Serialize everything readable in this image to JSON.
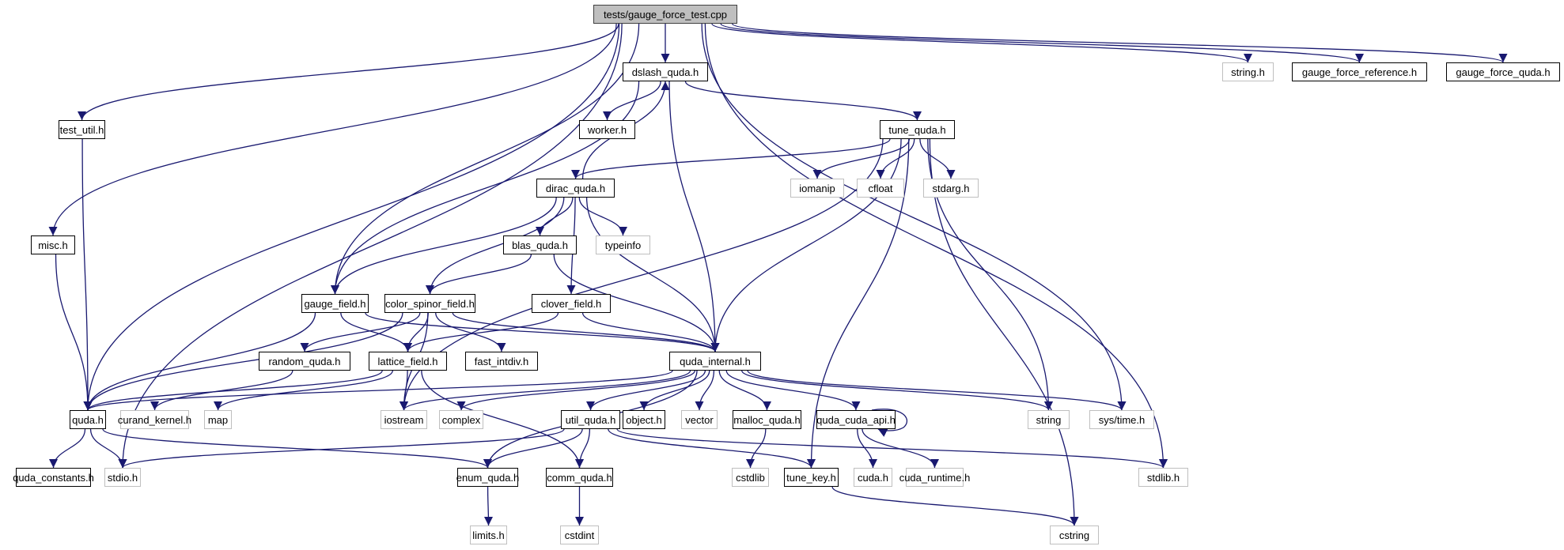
{
  "title": "tests/gauge_force_test.cpp include dependency graph",
  "colors": {
    "edge": "#191970",
    "root_fill": "#bfbfbf",
    "documented_border": "#000000",
    "external_border": "#bfbfbf"
  },
  "nodes": [
    {
      "id": "gauge_force_test",
      "label": "tests/gauge_force_test.cpp",
      "kind": "root"
    },
    {
      "id": "dslash_quda",
      "label": "dslash_quda.h",
      "kind": "doc"
    },
    {
      "id": "string_h",
      "label": "string.h",
      "kind": "sys"
    },
    {
      "id": "gauge_force_reference",
      "label": "gauge_force_reference.h",
      "kind": "doc"
    },
    {
      "id": "gauge_force_quda",
      "label": "gauge_force_quda.h",
      "kind": "doc"
    },
    {
      "id": "test_util",
      "label": "test_util.h",
      "kind": "doc"
    },
    {
      "id": "worker",
      "label": "worker.h",
      "kind": "doc"
    },
    {
      "id": "tune_quda",
      "label": "tune_quda.h",
      "kind": "doc"
    },
    {
      "id": "dirac_quda",
      "label": "dirac_quda.h",
      "kind": "doc"
    },
    {
      "id": "iomanip",
      "label": "iomanip",
      "kind": "sys"
    },
    {
      "id": "cfloat",
      "label": "cfloat",
      "kind": "sys"
    },
    {
      "id": "stdarg",
      "label": "stdarg.h",
      "kind": "sys"
    },
    {
      "id": "misc",
      "label": "misc.h",
      "kind": "doc"
    },
    {
      "id": "blas_quda",
      "label": "blas_quda.h",
      "kind": "doc"
    },
    {
      "id": "typeinfo",
      "label": "typeinfo",
      "kind": "sys"
    },
    {
      "id": "gauge_field",
      "label": "gauge_field.h",
      "kind": "doc"
    },
    {
      "id": "color_spinor_field",
      "label": "color_spinor_field.h",
      "kind": "doc"
    },
    {
      "id": "clover_field",
      "label": "clover_field.h",
      "kind": "doc"
    },
    {
      "id": "random_quda",
      "label": "random_quda.h",
      "kind": "doc"
    },
    {
      "id": "lattice_field",
      "label": "lattice_field.h",
      "kind": "doc"
    },
    {
      "id": "fast_intdiv",
      "label": "fast_intdiv.h",
      "kind": "doc"
    },
    {
      "id": "quda_internal",
      "label": "quda_internal.h",
      "kind": "doc"
    },
    {
      "id": "quda",
      "label": "quda.h",
      "kind": "doc"
    },
    {
      "id": "curand_kernel",
      "label": "curand_kernel.h",
      "kind": "sys"
    },
    {
      "id": "map",
      "label": "map",
      "kind": "sys"
    },
    {
      "id": "iostream",
      "label": "iostream",
      "kind": "sys"
    },
    {
      "id": "complex",
      "label": "complex",
      "kind": "sys"
    },
    {
      "id": "util_quda",
      "label": "util_quda.h",
      "kind": "doc"
    },
    {
      "id": "object",
      "label": "object.h",
      "kind": "doc"
    },
    {
      "id": "vector",
      "label": "vector",
      "kind": "sys"
    },
    {
      "id": "malloc_quda",
      "label": "malloc_quda.h",
      "kind": "doc"
    },
    {
      "id": "quda_cuda_api",
      "label": "quda_cuda_api.h",
      "kind": "doc"
    },
    {
      "id": "string",
      "label": "string",
      "kind": "sys"
    },
    {
      "id": "sys_time",
      "label": "sys/time.h",
      "kind": "sys"
    },
    {
      "id": "quda_constants",
      "label": "quda_constants.h",
      "kind": "doc"
    },
    {
      "id": "stdio",
      "label": "stdio.h",
      "kind": "sys"
    },
    {
      "id": "enum_quda",
      "label": "enum_quda.h",
      "kind": "doc"
    },
    {
      "id": "comm_quda",
      "label": "comm_quda.h",
      "kind": "doc"
    },
    {
      "id": "cstdlib",
      "label": "cstdlib",
      "kind": "sys"
    },
    {
      "id": "tune_key",
      "label": "tune_key.h",
      "kind": "doc"
    },
    {
      "id": "cuda",
      "label": "cuda.h",
      "kind": "sys"
    },
    {
      "id": "cuda_runtime",
      "label": "cuda_runtime.h",
      "kind": "sys"
    },
    {
      "id": "stdlib",
      "label": "stdlib.h",
      "kind": "sys"
    },
    {
      "id": "limits",
      "label": "limits.h",
      "kind": "sys"
    },
    {
      "id": "cstdint",
      "label": "cstdint",
      "kind": "sys"
    },
    {
      "id": "cstring",
      "label": "cstring",
      "kind": "sys"
    }
  ],
  "edges": [
    [
      "gauge_force_test",
      "dslash_quda"
    ],
    [
      "gauge_force_test",
      "string_h"
    ],
    [
      "gauge_force_test",
      "gauge_force_reference"
    ],
    [
      "gauge_force_test",
      "gauge_force_quda"
    ],
    [
      "gauge_force_test",
      "test_util"
    ],
    [
      "gauge_force_test",
      "misc"
    ],
    [
      "gauge_force_test",
      "gauge_field"
    ],
    [
      "gauge_force_test",
      "quda"
    ],
    [
      "gauge_force_test",
      "stdio"
    ],
    [
      "gauge_force_test",
      "sys_time"
    ],
    [
      "gauge_force_test",
      "stdlib"
    ],
    [
      "dslash_quda",
      "worker"
    ],
    [
      "dslash_quda",
      "tune_quda"
    ],
    [
      "dslash_quda",
      "gauge_field"
    ],
    [
      "dslash_quda",
      "quda_internal"
    ],
    [
      "dirac_quda",
      "dslash_quda"
    ],
    [
      "tune_quda",
      "dirac_quda"
    ],
    [
      "tune_quda",
      "iomanip"
    ],
    [
      "tune_quda",
      "cfloat"
    ],
    [
      "tune_quda",
      "stdarg"
    ],
    [
      "tune_quda",
      "quda_internal"
    ],
    [
      "tune_quda",
      "string"
    ],
    [
      "tune_quda",
      "iostream"
    ],
    [
      "tune_quda",
      "tune_key"
    ],
    [
      "tune_quda",
      "cstring"
    ],
    [
      "test_util",
      "quda"
    ],
    [
      "misc",
      "quda"
    ],
    [
      "dirac_quda",
      "blas_quda"
    ],
    [
      "dirac_quda",
      "typeinfo"
    ],
    [
      "dirac_quda",
      "gauge_field"
    ],
    [
      "dirac_quda",
      "color_spinor_field"
    ],
    [
      "dirac_quda",
      "clover_field"
    ],
    [
      "dirac_quda",
      "quda_internal"
    ],
    [
      "blas_quda",
      "color_spinor_field"
    ],
    [
      "blas_quda",
      "quda_internal"
    ],
    [
      "gauge_field",
      "lattice_field"
    ],
    [
      "gauge_field",
      "quda"
    ],
    [
      "gauge_field",
      "quda_internal"
    ],
    [
      "color_spinor_field",
      "random_quda"
    ],
    [
      "color_spinor_field",
      "lattice_field"
    ],
    [
      "color_spinor_field",
      "fast_intdiv"
    ],
    [
      "color_spinor_field",
      "quda_internal"
    ],
    [
      "color_spinor_field",
      "quda"
    ],
    [
      "color_spinor_field",
      "iostream"
    ],
    [
      "clover_field",
      "lattice_field"
    ],
    [
      "clover_field",
      "quda_internal"
    ],
    [
      "random_quda",
      "curand_kernel"
    ],
    [
      "lattice_field",
      "quda"
    ],
    [
      "lattice_field",
      "map"
    ],
    [
      "lattice_field",
      "iostream"
    ],
    [
      "lattice_field",
      "comm_quda"
    ],
    [
      "quda_internal",
      "quda"
    ],
    [
      "quda_internal",
      "iostream"
    ],
    [
      "quda_internal",
      "complex"
    ],
    [
      "quda_internal",
      "util_quda"
    ],
    [
      "quda_internal",
      "object"
    ],
    [
      "quda_internal",
      "vector"
    ],
    [
      "quda_internal",
      "malloc_quda"
    ],
    [
      "quda_internal",
      "quda_cuda_api"
    ],
    [
      "quda_internal",
      "string"
    ],
    [
      "quda_internal",
      "sys_time"
    ],
    [
      "quda_internal",
      "enum_quda"
    ],
    [
      "quda_cuda_api",
      "quda_cuda_api"
    ],
    [
      "quda_cuda_api",
      "cuda"
    ],
    [
      "quda_cuda_api",
      "cuda_runtime"
    ],
    [
      "quda",
      "quda_constants"
    ],
    [
      "quda",
      "stdio"
    ],
    [
      "quda",
      "enum_quda"
    ],
    [
      "util_quda",
      "enum_quda"
    ],
    [
      "util_quda",
      "comm_quda"
    ],
    [
      "util_quda",
      "tune_key"
    ],
    [
      "util_quda",
      "stdio"
    ],
    [
      "util_quda",
      "stdlib"
    ],
    [
      "malloc_quda",
      "cstdlib"
    ],
    [
      "enum_quda",
      "limits"
    ],
    [
      "comm_quda",
      "cstdint"
    ],
    [
      "tune_key",
      "cstring"
    ]
  ]
}
